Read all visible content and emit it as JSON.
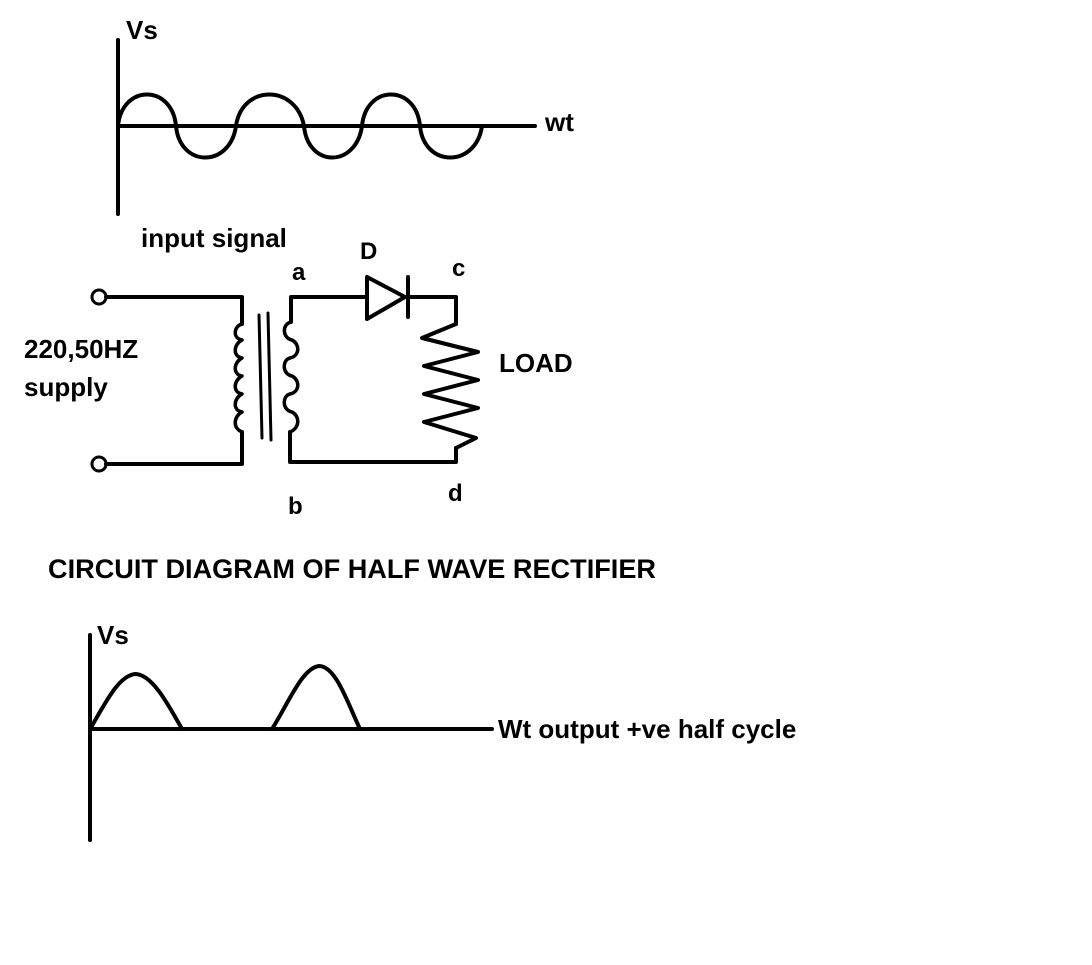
{
  "input_graph": {
    "y_label": "Vs",
    "x_label": "wt",
    "caption": "input signal"
  },
  "circuit": {
    "supply_line1": "220,50HZ",
    "supply_line2": "supply",
    "node_a": "a",
    "node_b": "b",
    "node_c": "c",
    "node_d": "d",
    "diode_label": "D",
    "load_label": "LOAD"
  },
  "title": "CIRCUIT DIAGRAM OF HALF WAVE RECTIFIER",
  "output_graph": {
    "y_label": "Vs",
    "x_label": "Wt output +ve half cycle"
  }
}
